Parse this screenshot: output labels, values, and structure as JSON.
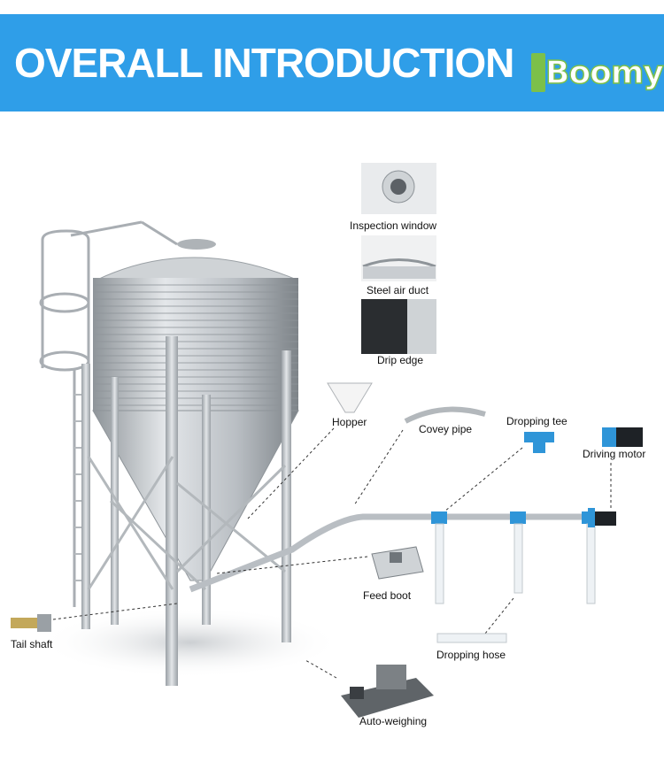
{
  "banner": {
    "title": "OVERALL INTRODUCTION",
    "logo_text": "Boomy",
    "colors": {
      "banner": "#2f9ee8",
      "logo_green": "#7cc04a"
    }
  },
  "parts": {
    "inspection_window": "Inspection window",
    "steel_air_duct": "Steel air duct",
    "drip_edge": "Drip edge",
    "hopper": "Hopper",
    "covey_pipe": "Covey pipe",
    "dropping_tee": "Dropping tee",
    "driving_motor": "Driving motor",
    "feed_boot": "Feed boot",
    "tail_shaft": "Tail shaft",
    "dropping_hose": "Dropping hose",
    "auto_weighing": "Auto-weighing"
  },
  "colors": {
    "galvanized": "#c9cdd1",
    "tee_blue": "#2f95d8",
    "hose": "#eef2f5"
  }
}
